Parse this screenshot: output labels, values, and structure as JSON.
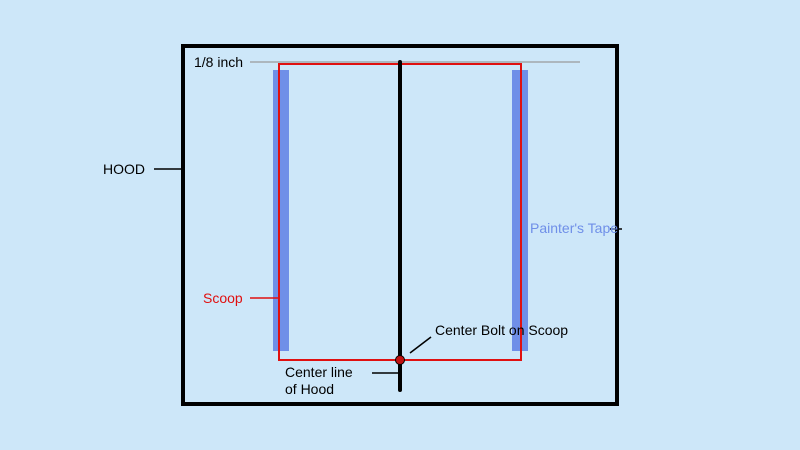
{
  "labels": {
    "eighth_inch": "1/8 inch",
    "hood": "HOOD",
    "painters_tape": "Painter's Tape",
    "scoop": "Scoop",
    "center_bolt": "Center Bolt on Scoop",
    "center_line_1": "Center line",
    "center_line_2": "of Hood"
  },
  "colors": {
    "background": "#cde7f9",
    "hood_outline": "#000000",
    "scoop_outline": "#e01010",
    "tape": "#6f8fe8",
    "tape_label": "#6f8fe8",
    "scoop_label": "#e01010",
    "reference_line": "#9a9a9a"
  }
}
